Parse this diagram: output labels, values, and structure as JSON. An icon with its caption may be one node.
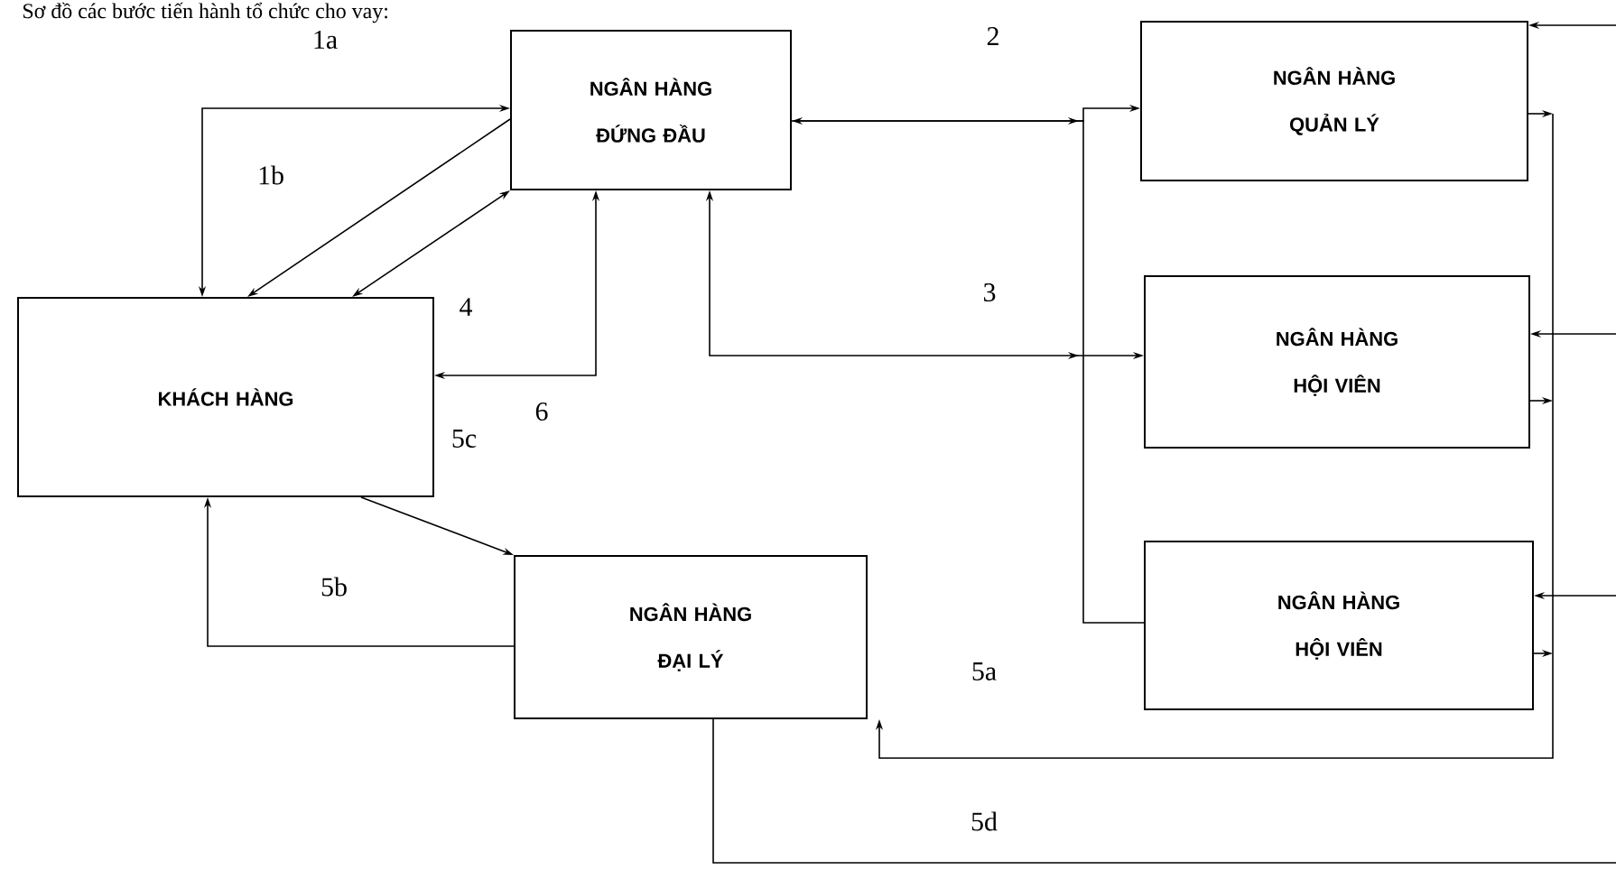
{
  "diagram": {
    "title": "Sơ đồ các bước tiến hành tổ chức cho vay:",
    "nodes": [
      {
        "text": [
          "KHÁCH HÀNG"
        ]
      },
      {
        "text": [
          "NGÂN HÀNG ĐỨNG ĐẦU"
        ]
      },
      {
        "text": [
          "NGÂN HÀNG QUẢN LÝ"
        ]
      },
      {
        "text": [
          "NGÂN HÀNG HỘI VIÊN"
        ]
      },
      {
        "text": [
          "NGÂN HÀNG HỘI VIÊN"
        ]
      },
      {
        "text": [
          "NGÂN HÀNG ĐẠI LÝ"
        ]
      }
    ],
    "edges": [
      {
        "from": 0,
        "to": 1,
        "arrow": "both",
        "label": "1a"
      },
      {
        "from": 1,
        "to": 0,
        "arrow": "to",
        "label": "1b"
      },
      {
        "from": 1,
        "to": 0,
        "arrow": "both",
        "label": "4"
      },
      {
        "from": 1,
        "to": 0,
        "arrow": "both",
        "label": "6"
      },
      {
        "from": 1,
        "to": 2,
        "arrow": "both",
        "label": "2"
      },
      {
        "from": 1,
        "to": 3,
        "arrow": "both",
        "label": "3"
      },
      {
        "from": 1,
        "to": 4,
        "arrow": "none"
      },
      {
        "from": null,
        "to": 2,
        "arrow": "to"
      },
      {
        "from": null,
        "to": 3,
        "arrow": "to"
      },
      {
        "from": null,
        "to": 4,
        "arrow": "to"
      },
      {
        "from": 2,
        "to": 5,
        "arrow": "to",
        "label": "5a"
      },
      {
        "from": 3,
        "to": 5,
        "arrow": "to"
      },
      {
        "from": 4,
        "to": 5,
        "arrow": "to"
      },
      {
        "from": 0,
        "to": 5,
        "arrow": "to",
        "label": "5c"
      },
      {
        "from": 5,
        "to": 0,
        "arrow": "to",
        "label": "5b"
      },
      {
        "from": 5,
        "to": null,
        "arrow": "none",
        "label": "5d"
      }
    ]
  }
}
